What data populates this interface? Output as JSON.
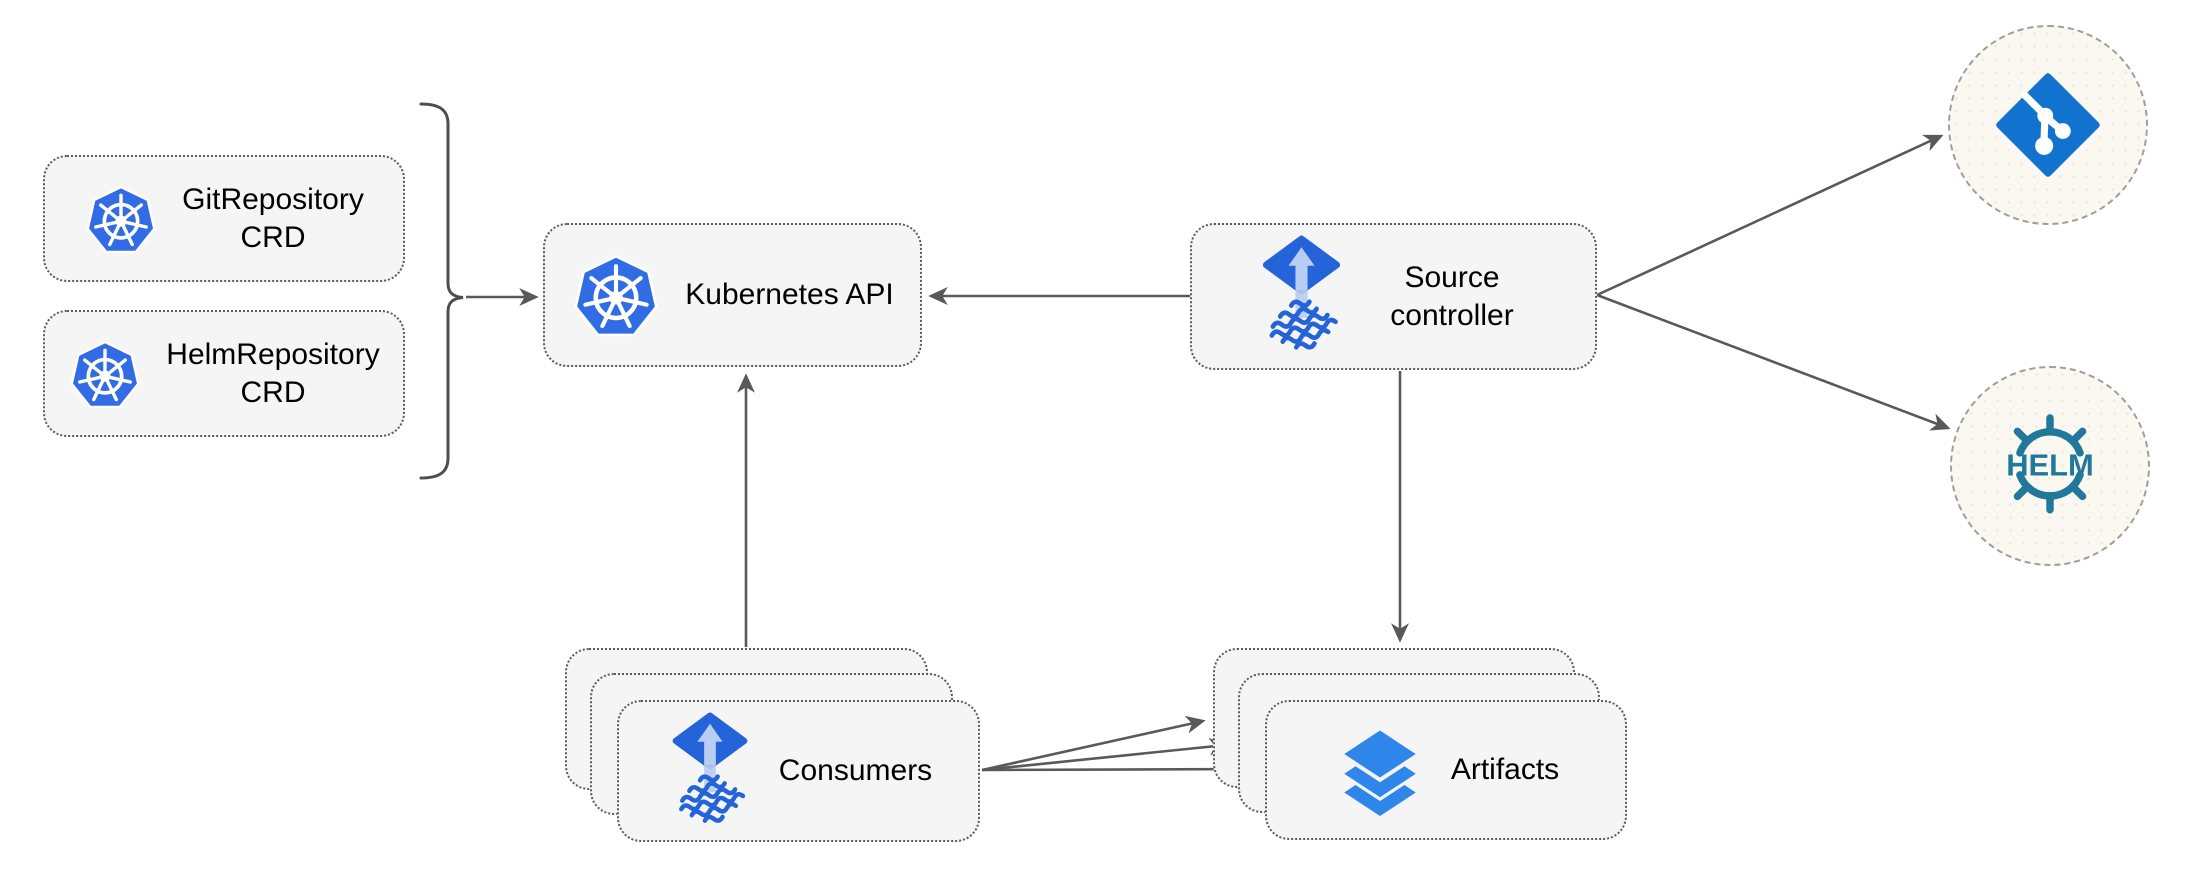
{
  "diagram": {
    "colors": {
      "background": "#FFFFFF",
      "box_fill": "#F5F5F5",
      "box_border": "#5C5C5C",
      "circle_fill": "#FAF8F0",
      "circle_border": "#9E9E9E",
      "connector": "#595959",
      "bracket": "#4D4D4D",
      "kubernetes_blue": "#326CE5",
      "flux_blue": "#2463D8",
      "flux_arrow_light": "#B7CDF1",
      "git_blue": "#1173CF",
      "helm_teal": "#21789B",
      "layers_blue": "#2E86EA",
      "text": "#000000"
    },
    "nodes": {
      "git_repository_crd": {
        "lines": [
          "GitRepository",
          "CRD"
        ],
        "icon": "kubernetes-icon"
      },
      "helm_repository_crd": {
        "lines": [
          "HelmRepository",
          "CRD"
        ],
        "icon": "kubernetes-icon"
      },
      "kubernetes_api": {
        "lines": [
          "Kubernetes API"
        ],
        "icon": "kubernetes-icon"
      },
      "source_controller": {
        "lines": [
          "Source",
          "controller"
        ],
        "icon": "flux-icon"
      },
      "consumers": {
        "lines": [
          "Consumers"
        ],
        "icon": "flux-icon",
        "stack_count": 3
      },
      "artifacts": {
        "lines": [
          "Artifacts"
        ],
        "icon": "layers-icon",
        "stack_count": 3
      },
      "git_remote": {
        "icon": "git-icon"
      },
      "helm_remote": {
        "icon": "helm-icon",
        "logo_text": "HELM"
      }
    },
    "edges": [
      {
        "from": "git_repository_crd,helm_repository_crd",
        "via": "bracket",
        "to": "kubernetes_api",
        "arrow": true
      },
      {
        "from": "source_controller",
        "to": "kubernetes_api",
        "arrow": true
      },
      {
        "from": "consumers",
        "to": "kubernetes_api",
        "arrow": true
      },
      {
        "from": "source_controller",
        "to": "artifacts",
        "arrow": true
      },
      {
        "from": "source_controller",
        "to": "git_remote",
        "arrow": true
      },
      {
        "from": "source_controller",
        "to": "helm_remote",
        "arrow": true
      },
      {
        "from": "consumers",
        "to": "artifacts",
        "arrow": true,
        "count": 3
      }
    ]
  }
}
